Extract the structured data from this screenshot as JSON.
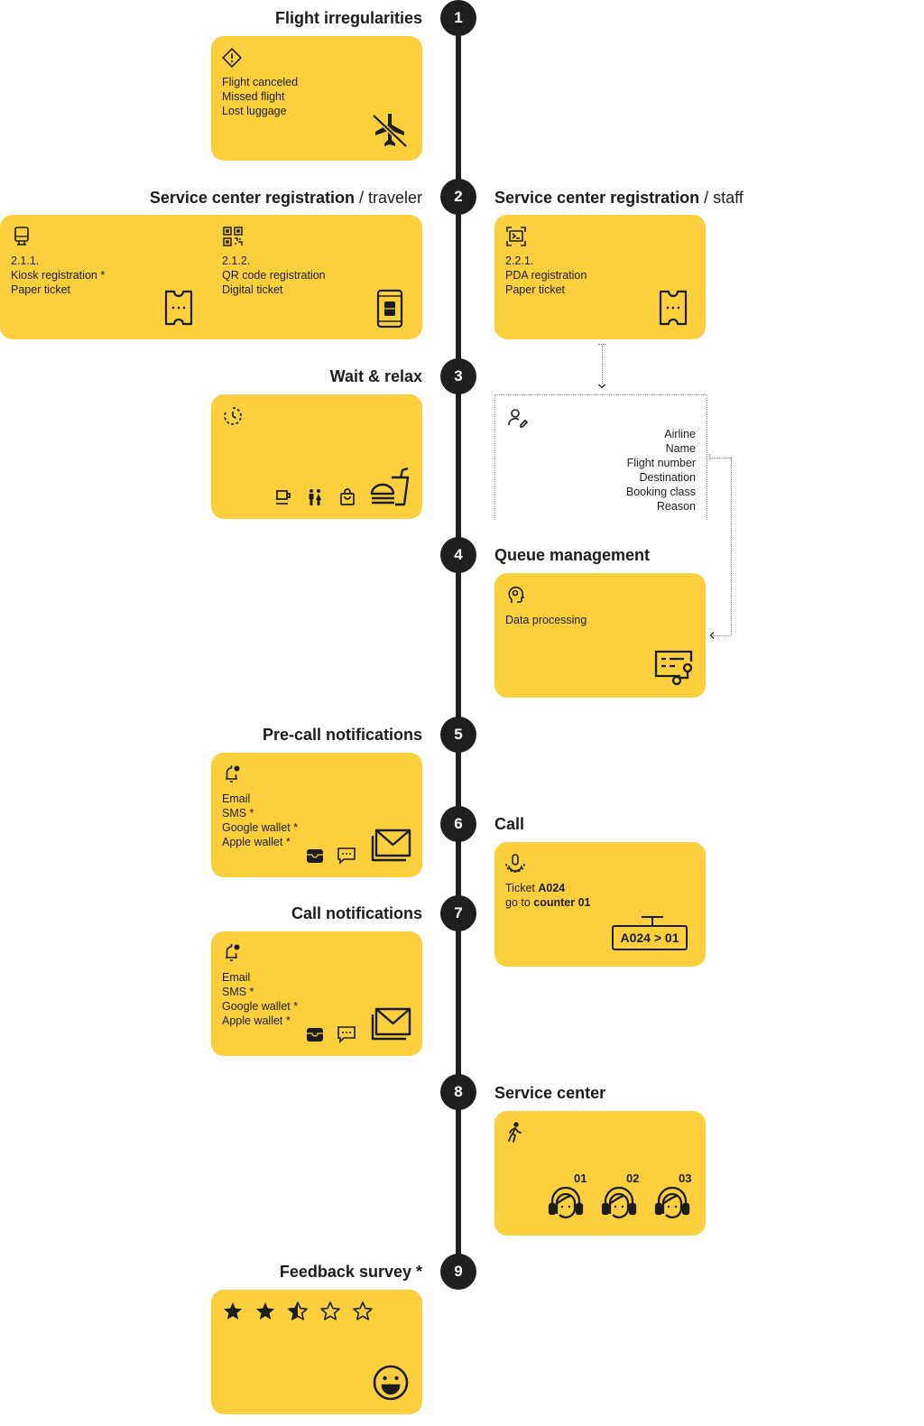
{
  "steps": [
    "1",
    "2",
    "3",
    "4",
    "5",
    "6",
    "7",
    "8",
    "9"
  ],
  "titles": {
    "s1": "Flight irregularities",
    "s2_left_main": "Service center registration",
    "s2_left_sub": " / traveler",
    "s2_right_main": "Service center registration",
    "s2_right_sub": " / staff",
    "s3": "Wait & relax",
    "s4": "Queue management",
    "s5": "Pre-call notifications",
    "s6": "Call",
    "s7": "Call notifications",
    "s8": "Service center",
    "s9": "Feedback survey *"
  },
  "card1": {
    "lines": [
      "Flight canceled",
      "Missed flight",
      "Lost luggage"
    ]
  },
  "card2a": {
    "lines": [
      "2.1.1.",
      "Kiosk registration *",
      "Paper ticket"
    ]
  },
  "card2b": {
    "lines": [
      "2.1.2.",
      "QR code registration",
      "Digital ticket"
    ]
  },
  "card2c": {
    "lines": [
      "2.2.1.",
      "PDA registration",
      "Paper ticket"
    ]
  },
  "fields": [
    "Airline",
    "Name",
    "Flight number",
    "Destination",
    "Booking class",
    "Reason"
  ],
  "card4": {
    "text": "Data processing"
  },
  "notify": {
    "lines": [
      "Email",
      "SMS *",
      "Google wallet *",
      "Apple wallet *"
    ]
  },
  "call": {
    "ticket_prefix": "Ticket ",
    "ticket": "A024",
    "goto_prefix": "go to ",
    "counter": "counter 01",
    "display": "A024 > 01"
  },
  "agents": [
    "01",
    "02",
    "03"
  ],
  "colors": {
    "card": "#fcd03d",
    "dark": "#1f1f1f"
  },
  "survey": {
    "rating": 2.5,
    "max": 5
  }
}
